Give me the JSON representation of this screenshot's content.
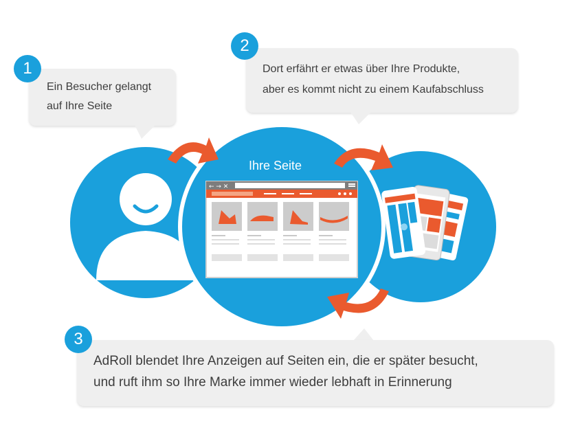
{
  "steps": [
    {
      "number": "1",
      "line1": "Ein Besucher gelangt",
      "line2": "auf Ihre Seite"
    },
    {
      "number": "2",
      "line1": "Dort erfährt er etwas über Ihre Produkte,",
      "line2": "aber es kommt nicht zu einem Kaufabschluss"
    },
    {
      "number": "3",
      "line1": "AdRoll blendet Ihre Anzeigen auf Seiten ein, die er später besucht,",
      "line2": "und ruft ihm so Ihre Marke immer wieder lebhaft in Erinnerung"
    }
  ],
  "site_label": "Ihre Seite",
  "colors": {
    "blue": "#1aa0dc",
    "orange": "#ea5a2e",
    "bubble": "#efefef",
    "text": "#3d3d3d"
  },
  "icons": [
    "visitor-icon",
    "browser-window-icon",
    "mobile-devices-icon",
    "orange-arrow-icon"
  ]
}
